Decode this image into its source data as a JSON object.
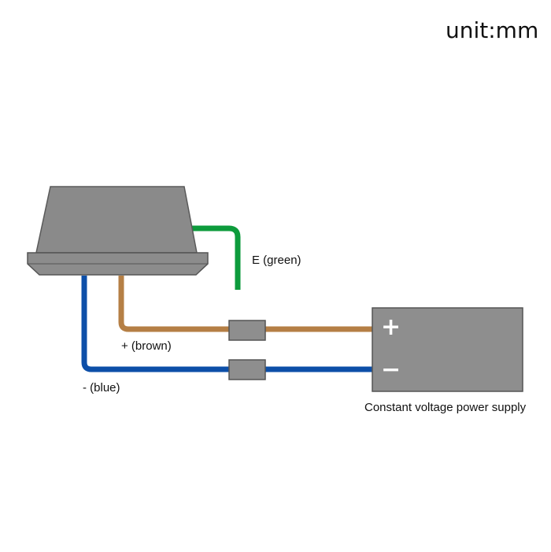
{
  "unit_label": "unit:mm",
  "labels": {
    "ground": "E (green)",
    "positive": "+ (brown)",
    "negative": "- (blue)",
    "power_supply": "Constant voltage power supply"
  },
  "power_supply_terminals": {
    "plus": "+",
    "minus": "−"
  },
  "colors": {
    "green_wire": "#0d9b3c",
    "brown_wire": "#b57f45",
    "blue_wire": "#0d4fa8",
    "device_fill": "#8a8a8a",
    "device_edge": "#555555",
    "psu_fill": "#8e8e8e"
  }
}
